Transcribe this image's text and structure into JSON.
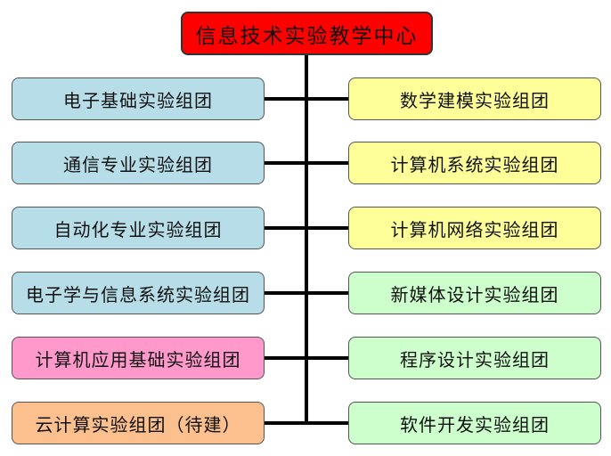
{
  "colors": {
    "root": "#ff0000",
    "teal": "#b7dde8",
    "pink": "#ff99cc",
    "orange": "#fbc08e",
    "yellow": "#ffff99",
    "green": "#ccffcc",
    "line": "#000000"
  },
  "root": {
    "label": "信息技术实验教学中心"
  },
  "left": [
    {
      "label": "电子基础实验组团",
      "color": "teal"
    },
    {
      "label": "通信专业实验组团",
      "color": "teal"
    },
    {
      "label": "自动化专业实验组团",
      "color": "teal"
    },
    {
      "label": "电子学与信息系统实验组团",
      "color": "teal"
    },
    {
      "label": "计算机应用基础实验组团",
      "color": "pink"
    },
    {
      "label": "云计算实验组团（待建）",
      "color": "orange"
    }
  ],
  "right": [
    {
      "label": "数学建模实验组团",
      "color": "yellow"
    },
    {
      "label": "计算机系统实验组团",
      "color": "yellow"
    },
    {
      "label": "计算机网络实验组团",
      "color": "yellow"
    },
    {
      "label": "新媒体设计实验组团",
      "color": "green"
    },
    {
      "label": "程序设计实验组团",
      "color": "green"
    },
    {
      "label": "软件开发实验组团",
      "color": "green"
    }
  ]
}
